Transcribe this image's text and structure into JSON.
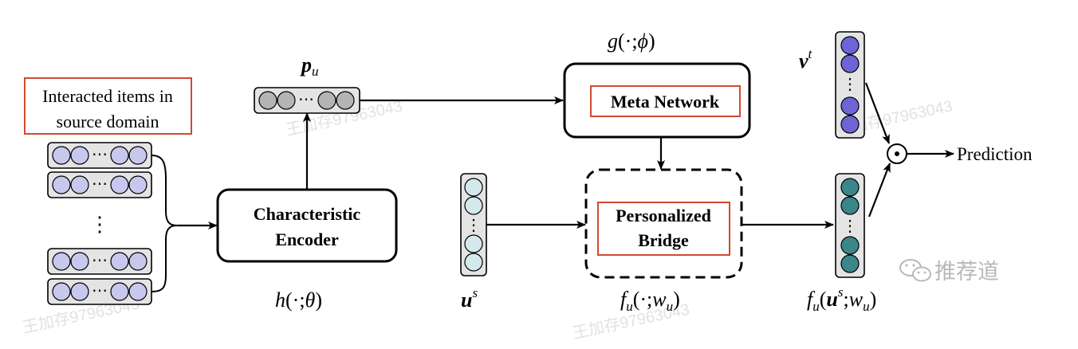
{
  "colors": {
    "stroke": "#000000",
    "red_box": "#d2492f",
    "bar_fill": "#e4e4e4",
    "source_circle": "#c8c7ee",
    "pu_circle": "#b4b4b4",
    "us_circle": "#d3e9ec",
    "vt_circle": "#6d65d5",
    "fu_circle": "#3b8689",
    "watermark": "#b8b8b8"
  },
  "source": {
    "label_line1": "Interacted items in",
    "label_line2": "source domain",
    "dots": "⋯",
    "vdots": "⋮"
  },
  "encoder": {
    "line1": "Characteristic",
    "line2": "Encoder",
    "func_h": "h",
    "func_args": "(·;",
    "func_theta": "θ",
    "func_close": ")"
  },
  "pu": {
    "symbol": "p",
    "sub": "u",
    "dots": "⋯"
  },
  "meta": {
    "func_g": "g",
    "func_args": "(·;",
    "func_phi": "ϕ",
    "func_close": ")",
    "label": "Meta Network"
  },
  "bridge": {
    "line1": "Personalized",
    "line2": "Bridge",
    "func_f": "f",
    "func_sub": "u",
    "func_args": "(·;",
    "func_w": "w",
    "func_wsub": "u",
    "func_close": ")"
  },
  "us": {
    "symbol": "u",
    "sup": "s",
    "vdots": "⋮"
  },
  "vt": {
    "symbol": "v",
    "sup": "t",
    "vdots": "⋮"
  },
  "output": {
    "func_f": "f",
    "func_sub": "u",
    "func_open": "(",
    "func_u": "u",
    "func_usup": "s",
    "func_sep": ";",
    "func_w": "w",
    "func_wsub": "u",
    "func_close": ")",
    "vdots": "⋮",
    "dot_op": "⊙",
    "prediction": "Prediction"
  },
  "watermark": {
    "logo_text": "推荐道",
    "id_text": "王加存97963043"
  }
}
